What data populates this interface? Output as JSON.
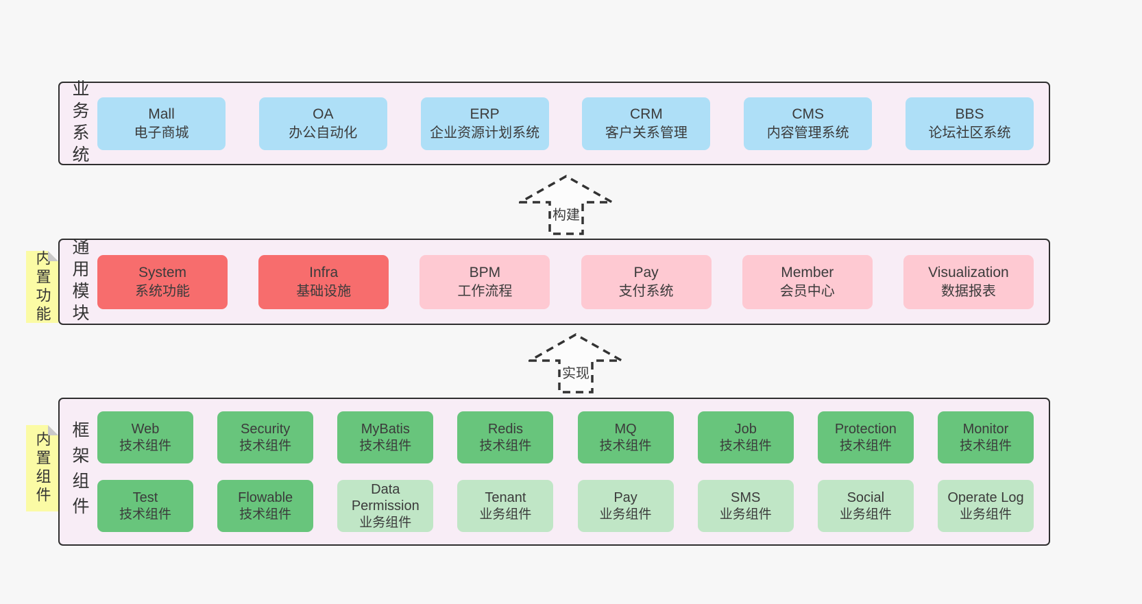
{
  "colors": {
    "page_bg": "#f7f7f7",
    "band_bg": "#f8edf6",
    "band_border": "#2e2e2e",
    "blue_box": "#aedff7",
    "red_box": "#f76d6d",
    "pink_box": "#fec9d2",
    "green_box": "#68c57c",
    "light_green_box": "#c0e6c6",
    "note_bg": "#fbfba5",
    "note_fold": "#c9c9c9",
    "text": "#3b3b3b"
  },
  "arrows": {
    "build": "构建",
    "implement": "实现"
  },
  "bands": {
    "business": {
      "label": "业务系统",
      "boxes": [
        {
          "title": "Mall",
          "subtitle": "电子商城"
        },
        {
          "title": "OA",
          "subtitle": "办公自动化"
        },
        {
          "title": "ERP",
          "subtitle": "企业资源计划系统"
        },
        {
          "title": "CRM",
          "subtitle": "客户关系管理"
        },
        {
          "title": "CMS",
          "subtitle": "内容管理系统"
        },
        {
          "title": "BBS",
          "subtitle": "论坛社区系统"
        }
      ]
    },
    "modules": {
      "label": "通用模块",
      "note": "内置功能",
      "boxes": [
        {
          "title": "System",
          "subtitle": "系统功能",
          "variant": "red"
        },
        {
          "title": "Infra",
          "subtitle": "基础设施",
          "variant": "red"
        },
        {
          "title": "BPM",
          "subtitle": "工作流程",
          "variant": "pink"
        },
        {
          "title": "Pay",
          "subtitle": "支付系统",
          "variant": "pink"
        },
        {
          "title": "Member",
          "subtitle": "会员中心",
          "variant": "pink"
        },
        {
          "title": "Visualization",
          "subtitle": "数据报表",
          "variant": "pink"
        }
      ]
    },
    "framework": {
      "label": "框架组件",
      "note": "内置组件",
      "row1": [
        {
          "title": "Web",
          "subtitle": "技术组件",
          "variant": "green"
        },
        {
          "title": "Security",
          "subtitle": "技术组件",
          "variant": "green"
        },
        {
          "title": "MyBatis",
          "subtitle": "技术组件",
          "variant": "green"
        },
        {
          "title": "Redis",
          "subtitle": "技术组件",
          "variant": "green"
        },
        {
          "title": "MQ",
          "subtitle": "技术组件",
          "variant": "green"
        },
        {
          "title": "Job",
          "subtitle": "技术组件",
          "variant": "green"
        },
        {
          "title": "Protection",
          "subtitle": "技术组件",
          "variant": "green"
        },
        {
          "title": "Monitor",
          "subtitle": "技术组件",
          "variant": "green"
        }
      ],
      "row2": [
        {
          "title": "Test",
          "subtitle": "技术组件",
          "variant": "green"
        },
        {
          "title": "Flowable",
          "subtitle": "技术组件",
          "variant": "green"
        },
        {
          "title": "Data Permission",
          "subtitle": "业务组件",
          "variant": "lightgreen"
        },
        {
          "title": "Tenant",
          "subtitle": "业务组件",
          "variant": "lightgreen"
        },
        {
          "title": "Pay",
          "subtitle": "业务组件",
          "variant": "lightgreen"
        },
        {
          "title": "SMS",
          "subtitle": "业务组件",
          "variant": "lightgreen"
        },
        {
          "title": "Social",
          "subtitle": "业务组件",
          "variant": "lightgreen"
        },
        {
          "title": "Operate Log",
          "subtitle": "业务组件",
          "variant": "lightgreen"
        }
      ]
    }
  }
}
